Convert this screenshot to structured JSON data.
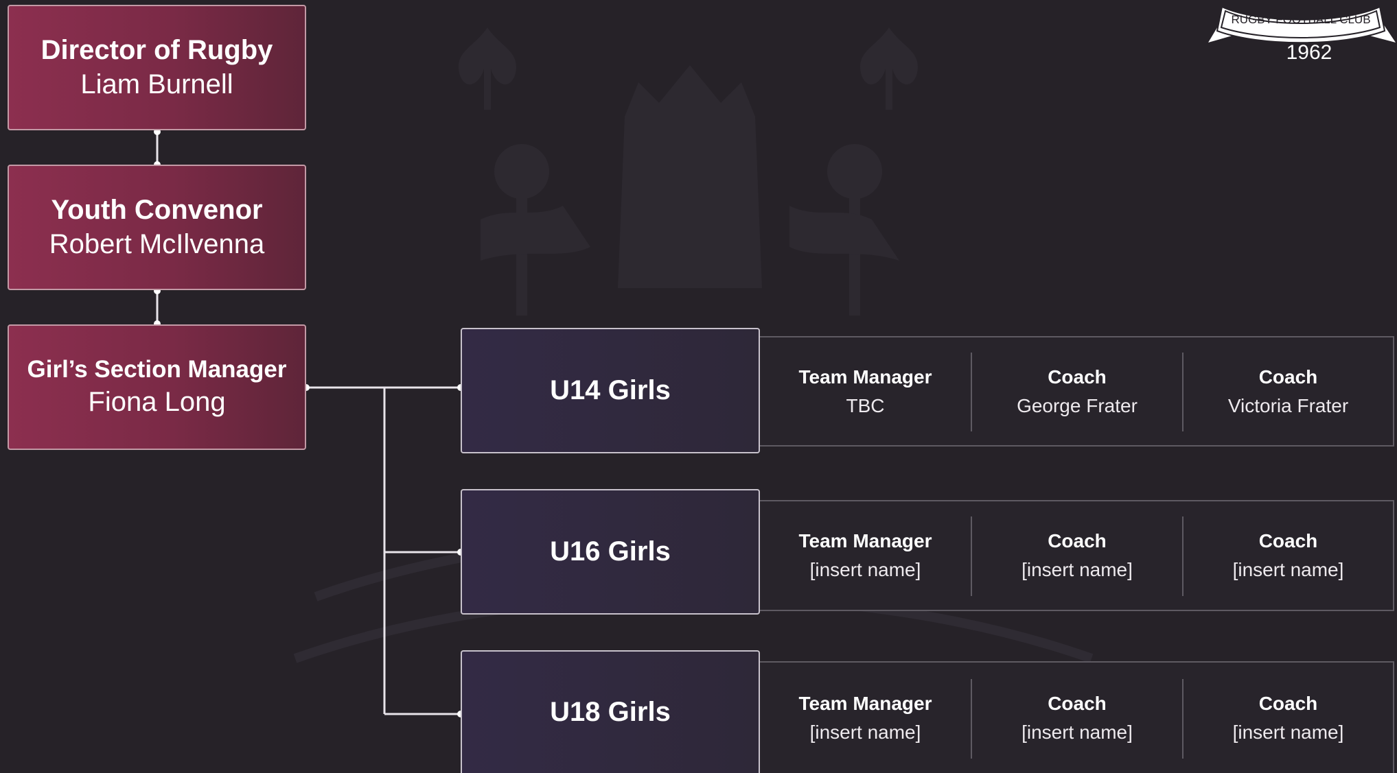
{
  "chain": [
    {
      "title": "Director of Rugby",
      "name": "Liam Burnell"
    },
    {
      "title": "Youth Convenor",
      "name": "Robert McIlvenna"
    },
    {
      "title": "Girl’s Section Manager",
      "name": "Fiona Long"
    }
  ],
  "teams": [
    {
      "label": "U14 Girls",
      "staff": [
        {
          "role": "Team Manager",
          "name": "TBC"
        },
        {
          "role": "Coach",
          "name": "George Frater"
        },
        {
          "role": "Coach",
          "name": "Victoria Frater"
        }
      ]
    },
    {
      "label": "U16 Girls",
      "staff": [
        {
          "role": "Team Manager",
          "name": "[insert name]"
        },
        {
          "role": "Coach",
          "name": "[insert name]"
        },
        {
          "role": "Coach",
          "name": "[insert name]"
        }
      ]
    },
    {
      "label": "U18 Girls",
      "staff": [
        {
          "role": "Team Manager",
          "name": "[insert name]"
        },
        {
          "role": "Coach",
          "name": "[insert name]"
        },
        {
          "role": "Coach",
          "name": "[insert name]"
        }
      ]
    }
  ],
  "logo": {
    "banner": "RUGBY FOOTBALL CLUB",
    "year": "1962"
  },
  "colors": {
    "background": "#262228",
    "role_box": "#7a2a46",
    "team_box": "#2e2838",
    "connector": "#e8e4ea"
  }
}
